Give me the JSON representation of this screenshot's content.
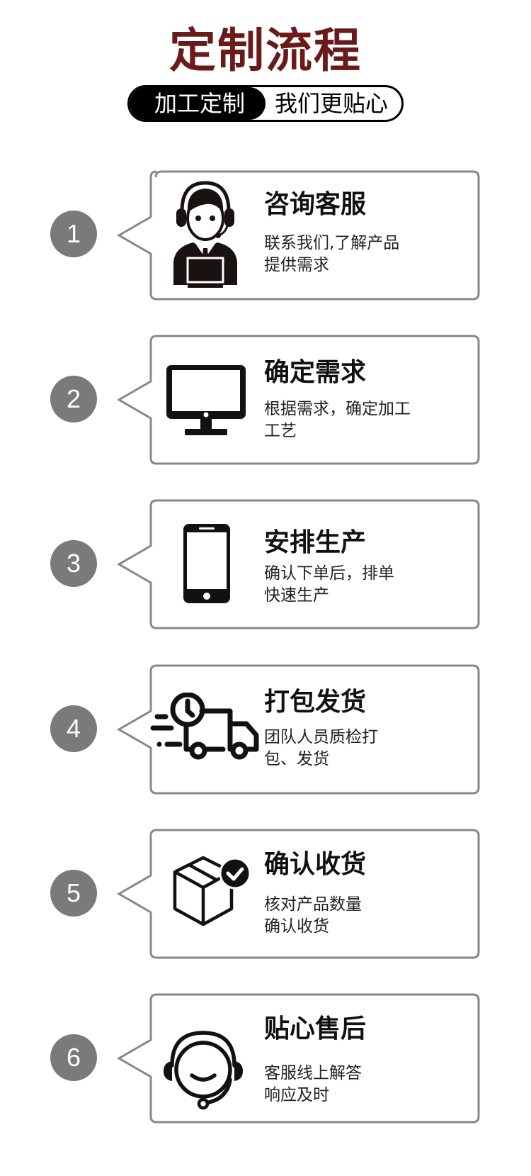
{
  "header": {
    "title": "定制流程",
    "pill_left": "加工定制",
    "pill_right": "我们更贴心",
    "title_color": "#6b1a1a"
  },
  "steps": [
    {
      "number": "1",
      "icon": "customer-service-agent-icon",
      "title": "咨询客服",
      "desc_line1": "联系我们,了解产品",
      "desc_line2": "提供需求"
    },
    {
      "number": "2",
      "icon": "monitor-icon",
      "title": "确定需求",
      "desc_line1": "根据需求，确定加工",
      "desc_line2": "工艺"
    },
    {
      "number": "3",
      "icon": "smartphone-icon",
      "title": "安排生产",
      "desc_line1": "确认下单后，排单",
      "desc_line2": "快速生产"
    },
    {
      "number": "4",
      "icon": "delivery-truck-clock-icon",
      "title": "打包发货",
      "desc_line1": "团队人员质检打",
      "desc_line2": "包、发货"
    },
    {
      "number": "5",
      "icon": "package-check-icon",
      "title": "确认收货",
      "desc_line1": "核对产品数量",
      "desc_line2": "确认收货"
    },
    {
      "number": "6",
      "icon": "headset-support-icon",
      "title": "贴心售后",
      "desc_line1": "客服线上解答",
      "desc_line2": "响应及时"
    }
  ],
  "colors": {
    "circle": "#7a7a7a",
    "border": "#888888",
    "icon": "#111111"
  }
}
